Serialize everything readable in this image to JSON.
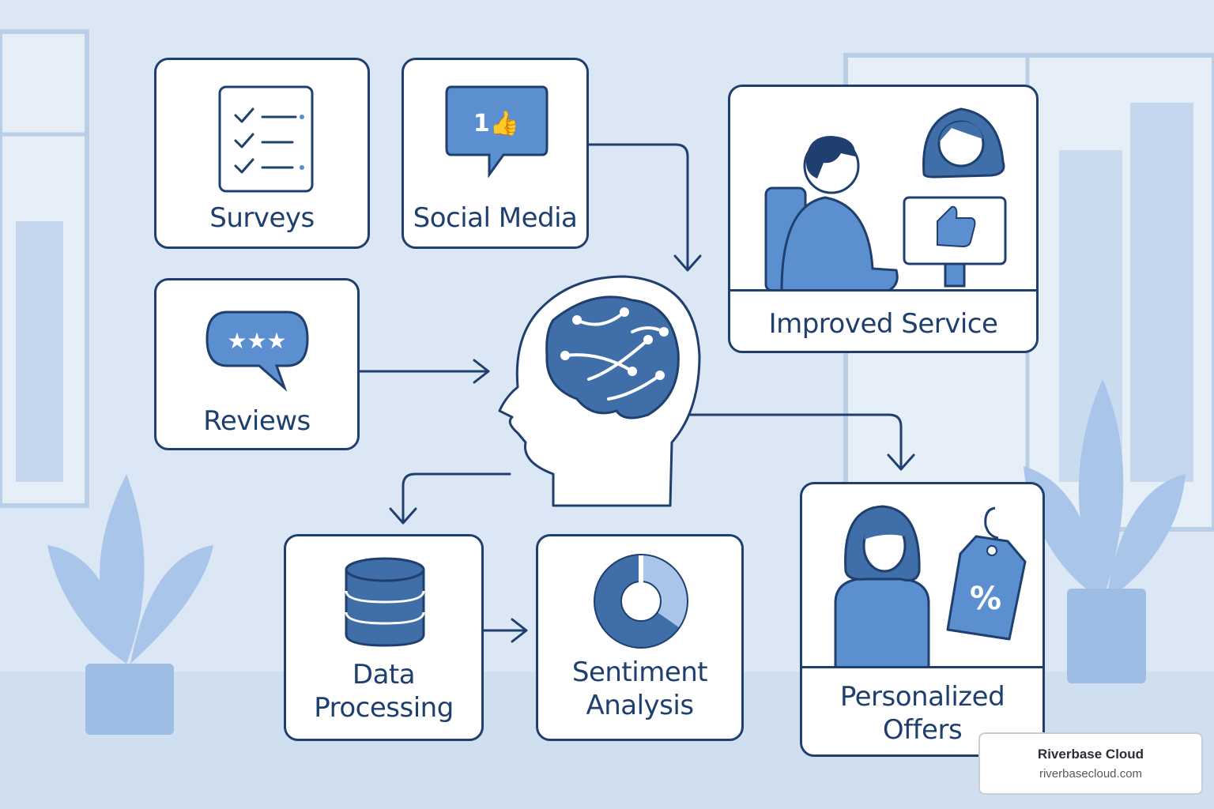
{
  "nodes": {
    "surveys": {
      "label": "Surveys",
      "icon": "checklist-icon"
    },
    "social_media": {
      "label": "Social Media",
      "icon": "thumbs-up-speech-bubble-icon",
      "bubble_text": "1👍"
    },
    "reviews": {
      "label": "Reviews",
      "icon": "star-rating-speech-bubble-icon",
      "bubble_text": "★★★"
    },
    "ai_brain": {
      "icon": "ai-brain-head-icon"
    },
    "improved_service": {
      "label": "Improved Service",
      "icon": "customer-support-scene-icon"
    },
    "data_processing": {
      "label_line1": "Data",
      "label_line2": "Processing",
      "icon": "database-icon"
    },
    "sentiment_analysis": {
      "label_line1": "Sentiment",
      "label_line2": "Analysis",
      "icon": "donut-chart-icon"
    },
    "personalized_offers": {
      "label_line1": "Personalized",
      "label_line2": "Offers",
      "icon": "discount-tag-icon",
      "tag_text": "%"
    }
  },
  "edges": [
    {
      "from": "social_media",
      "to": "ai_brain"
    },
    {
      "from": "reviews",
      "to": "ai_brain"
    },
    {
      "from": "ai_brain",
      "to": "data_processing"
    },
    {
      "from": "data_processing",
      "to": "sentiment_analysis"
    },
    {
      "from": "ai_brain",
      "to": "personalized_offers"
    }
  ],
  "branding": {
    "name": "Riverbase Cloud",
    "url": "riverbasecloud.com"
  },
  "colors": {
    "navy": "#1f3f6e",
    "accent_blue": "#5b8fd0",
    "light_blue": "#a9c6ea",
    "background": "#dbe7f4",
    "card": "#ffffff"
  }
}
